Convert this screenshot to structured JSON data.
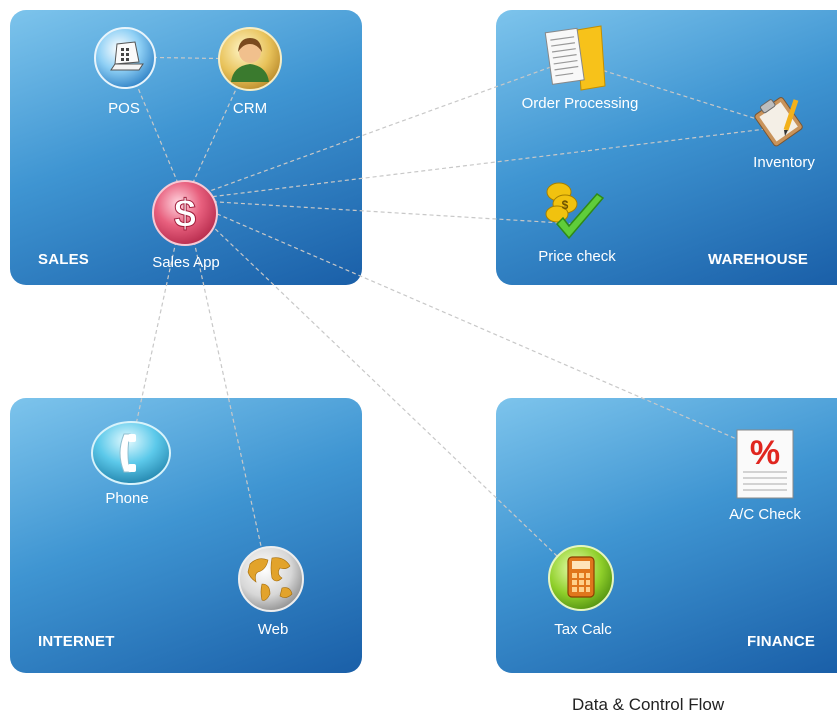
{
  "groups": {
    "sales": "SALES",
    "warehouse": "WAREHOUSE",
    "internet": "INTERNET",
    "finance": "FINANCE"
  },
  "nodes": {
    "pos": "POS",
    "crm": "CRM",
    "sales_app": "Sales App",
    "order_processing": "Order Processing",
    "inventory": "Inventory",
    "price_check": "Price check",
    "phone": "Phone",
    "web": "Web",
    "ac_check": "A/C Check",
    "tax_calc": "Tax Calc"
  },
  "caption": "Data & Control Flow",
  "colors": {
    "panel_light": "#7dc4ec",
    "panel_dark": "#1a5fa8",
    "link": "#b9b9b9"
  },
  "icons": {
    "pos": "cash-register-icon",
    "crm": "person-icon",
    "sales_app": "dollar-sign-icon",
    "order_processing": "documents-folder-icon",
    "inventory": "clipboard-pencil-icon",
    "price_check": "coins-checkmark-icon",
    "phone": "telephone-icon",
    "web": "globe-icon",
    "ac_check": "percent-document-icon",
    "tax_calc": "calculator-icon"
  }
}
